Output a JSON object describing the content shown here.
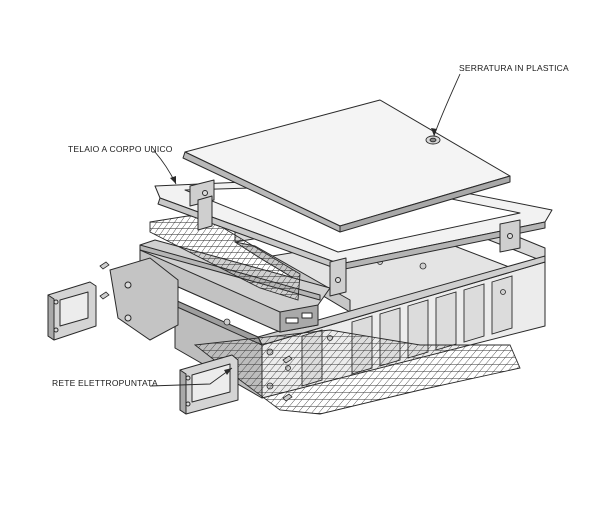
{
  "callouts": {
    "lock": "SERRATURA IN PLASTICA",
    "frame": "TELAIO A CORPO UNICO",
    "mesh": "RETE ELETTROPUNTATA"
  },
  "colors": {
    "line": "#2a2a2a",
    "light_face": "#efefef",
    "mid_face": "#d6d6d6",
    "dark_face": "#a9a9a9",
    "shadow": "#8c8c8c",
    "mesh": "#3a3a3a"
  }
}
